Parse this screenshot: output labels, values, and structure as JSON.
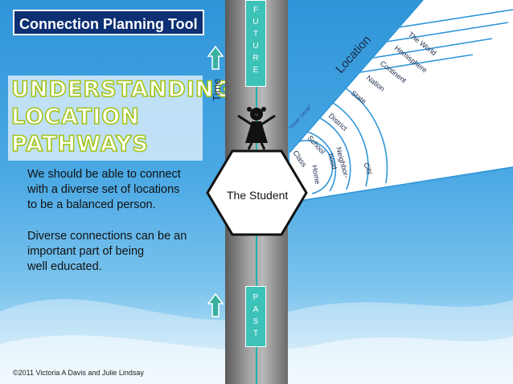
{
  "title": "Connection Planning Tool",
  "heading": [
    "UNDERSTANDING",
    "LOCATION",
    "PATHWAYS"
  ],
  "paragraph1": [
    "We should be able to connect",
    "with a diverse set of locations",
    "to be a balanced person."
  ],
  "paragraph2": [
    "Diverse connections can be an",
    "important part of being",
    "well educated."
  ],
  "copyright": "©2011 Victoria A Davis and Julie Lindsay",
  "time_label": "Time",
  "future_letters": [
    "F",
    "U",
    "T",
    "U",
    "R",
    "E"
  ],
  "past_letters": [
    "P",
    "A",
    "S",
    "T"
  ],
  "student_label": "The Student",
  "location_label": "Location",
  "inner_circle_label": "\"inner circle\"",
  "rings": [
    "Class",
    "Home",
    "School",
    "Neighbor-",
    "hood",
    "District",
    "City",
    "State",
    "Nation",
    "Continent",
    "Hemisphere",
    "The World"
  ],
  "colors": {
    "title_bg": "#0d2f73",
    "heading_fill": "#ffffff",
    "heading_stroke": "#a3c51a",
    "teal": "#3cc2b8",
    "sky": "#2f95d8"
  }
}
